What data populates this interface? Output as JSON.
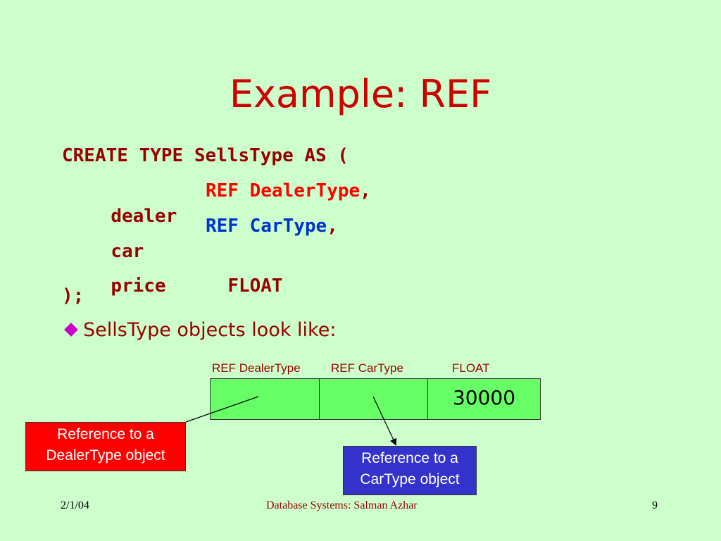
{
  "slide": {
    "title": "Example: REF",
    "code": {
      "line1": "CREATE TYPE SellsType AS (",
      "dealer_attr": "dealer",
      "dealer_ref": "REF DealerType",
      "dealer_comma": ",",
      "car_attr": "car",
      "car_ref": "REF CarType",
      "car_comma": ",",
      "price_attr": "price",
      "price_type": "FLOAT",
      "closing": ");"
    },
    "bullet_text": "SellsType objects look like:"
  },
  "diagram": {
    "headers": [
      "REF DealerType",
      "REF CarType",
      "FLOAT"
    ],
    "cell_value": "30000",
    "callout_dealer": {
      "line1": "Reference to a",
      "line2": "DealerType object",
      "color": "#ff0000"
    },
    "callout_car": {
      "line1": "Reference to a",
      "line2": "CarType object",
      "color": "#3333cc"
    },
    "cell_color": "#66ff66"
  },
  "footer": {
    "date": "2/1/04",
    "center": "Database Systems: Salman Azhar",
    "page": "9"
  },
  "colors": {
    "background": "#ccffcc",
    "title": "#cc0000",
    "code": "#990000",
    "code_red": "#ff0000",
    "code_blue": "#0033cc",
    "bullet": "#cc00cc"
  }
}
